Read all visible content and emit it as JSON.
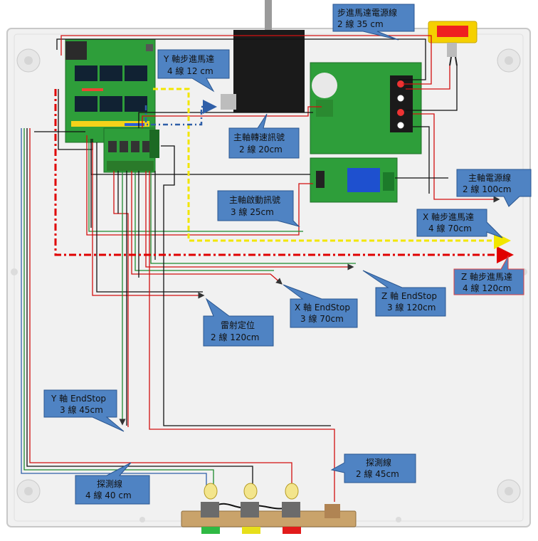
{
  "callouts": {
    "stepper_power": {
      "line1": "步進馬達電源線",
      "line2": "2 線     35   cm"
    },
    "y_stepper": {
      "line1": "Y 軸步進馬達",
      "line2": "4 線  12  cm"
    },
    "spindle_speed": {
      "line1": "主軸轉速訊號",
      "line2": "2 線 20cm"
    },
    "spindle_power": {
      "line1": "主軸電源線",
      "line2": "2 線 100cm"
    },
    "spindle_start": {
      "line1": "主軸啟動訊號",
      "line2": "3 線 25cm"
    },
    "x_stepper": {
      "line1": "X 軸步進馬達",
      "line2": "4 線  70cm"
    },
    "z_stepper": {
      "line1": "Z 軸步進馬達",
      "line2": "4 線 120cm"
    },
    "z_endstop": {
      "line1": "Z 軸 EndStop",
      "line2": "3 線  120cm"
    },
    "x_endstop": {
      "line1": "X 軸 EndStop",
      "line2": "3 線  70cm"
    },
    "laser": {
      "line1": "雷射定位",
      "line2": "2 線 120cm"
    },
    "y_endstop": {
      "line1": "Y 軸 EndStop",
      "line2": "3 線 45cm"
    },
    "probe_small": {
      "line1": "探測線",
      "line2": "2 線 45cm"
    },
    "probe_large": {
      "line1": "探測線",
      "line2": "4 線  40 cm"
    }
  },
  "colors": {
    "pcb_green": "#2e9e3a",
    "callout_fill": "#4f83c3",
    "arrow_red": "#e00000",
    "arrow_yellow": "#f2e600",
    "arrow_blue": "#2f5fa8",
    "wire_red": "#d21010",
    "wire_green": "#1d8a2e",
    "wire_black": "#111111"
  }
}
